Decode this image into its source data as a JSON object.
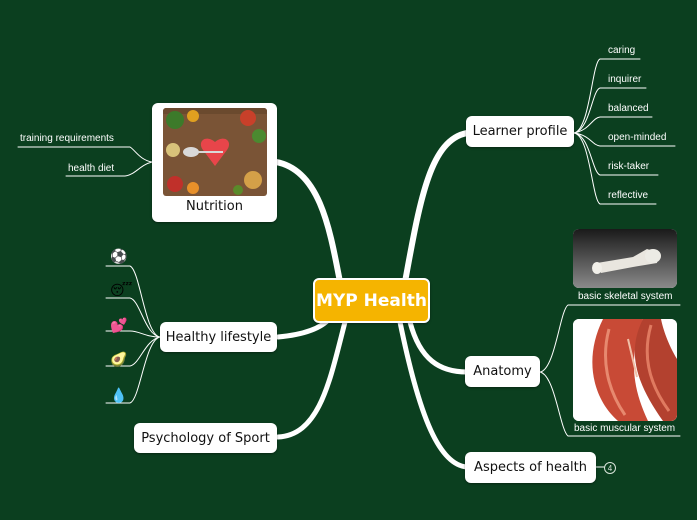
{
  "center": {
    "label": "MYP Health"
  },
  "branches": {
    "nutrition": {
      "label": "Nutrition",
      "children": [
        "training requirements",
        "health diet"
      ]
    },
    "lifestyle": {
      "label": "Healthy lifestyle",
      "icons": [
        "soccer-ball",
        "sleepy-face",
        "two-hearts",
        "avocado",
        "droplet"
      ],
      "glyphs": [
        "⚽",
        "😴",
        "💕",
        "🥑",
        "💧"
      ]
    },
    "psychology": {
      "label": "Psychology of Sport"
    },
    "learner": {
      "label": "Learner profile",
      "children": [
        "caring",
        "inquirer",
        "balanced",
        "open-minded",
        "risk-taker",
        "reflective"
      ]
    },
    "anatomy": {
      "label": "Anatomy",
      "children": [
        "basic skeletal system",
        "basic muscular system"
      ]
    },
    "aspects": {
      "label": "Aspects of health",
      "collapsed_count": "4"
    }
  },
  "colors": {
    "background": "#0b3f1f",
    "center": "#f5b400",
    "link": "#ffffff"
  }
}
